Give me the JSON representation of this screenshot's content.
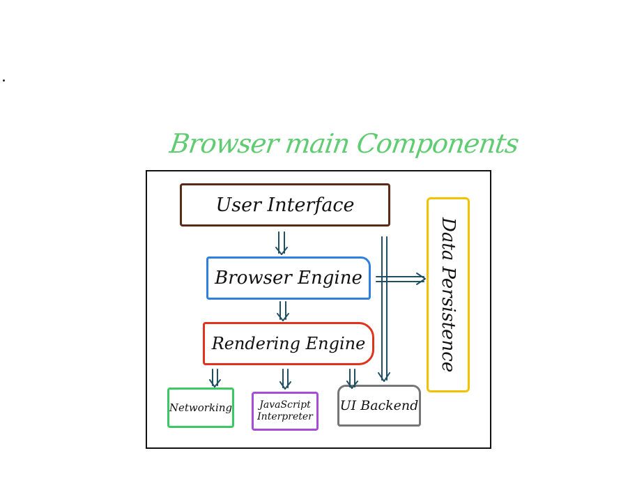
{
  "title": "Browser main Components",
  "components": {
    "user_interface": "User Interface",
    "browser_engine": "Browser Engine",
    "rendering_engine": "Rendering Engine",
    "networking": "Networking",
    "javascript_interpreter": "JavaScript Interpreter",
    "ui_backend": "UI Backend",
    "data_persistence": "Data Persistence"
  },
  "colors": {
    "title": "#5fcc72",
    "user_interface": "#5a2a18",
    "browser_engine": "#2f7fe0",
    "rendering_engine": "#e0321c",
    "networking": "#3cc864",
    "javascript_interpreter": "#a84cd8",
    "ui_backend": "#767676",
    "data_persistence": "#f2c200",
    "arrows": "#1f4f63"
  }
}
